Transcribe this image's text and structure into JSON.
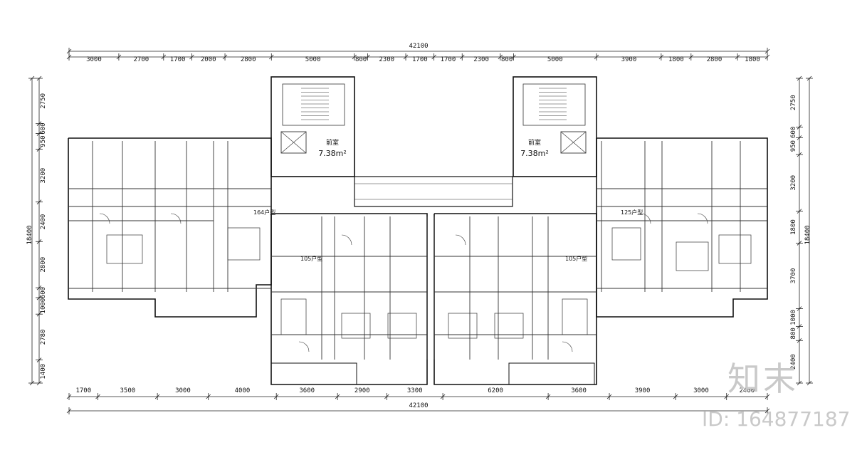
{
  "top_dims": {
    "total": "42100",
    "segments": [
      "3000",
      "2700",
      "1700",
      "2000",
      "2800",
      "5000",
      "800",
      "2300",
      "1700",
      "1700",
      "2300",
      "800",
      "5000",
      "3900",
      "1800",
      "2800",
      "1800"
    ]
  },
  "bottom_dims": {
    "total": "42100",
    "segments": [
      "1700",
      "3500",
      "3000",
      "4000",
      "3600",
      "2900",
      "3300",
      "6200",
      "3600",
      "3900",
      "3000",
      "2400"
    ]
  },
  "left_dims": {
    "total": "18400",
    "segments": [
      "2750",
      "600",
      "950",
      "3200",
      "2400",
      "2800",
      "600",
      "1000",
      "2780",
      "1400"
    ]
  },
  "right_dims": {
    "total": "18400",
    "segments": [
      "2750",
      "600",
      "950",
      "3200",
      "1800",
      "3700",
      "1000",
      "800",
      "2400"
    ]
  },
  "rooms": {
    "lobby_left_name": "前室",
    "lobby_left_area": "7.38m²",
    "lobby_right_name": "前室",
    "lobby_right_area": "7.38m²",
    "unit_164": "164户型",
    "unit_105a": "105户型",
    "unit_105b": "105户型",
    "unit_125": "125户型"
  },
  "watermark": {
    "logo": "知末",
    "id": "ID: 164877187"
  }
}
